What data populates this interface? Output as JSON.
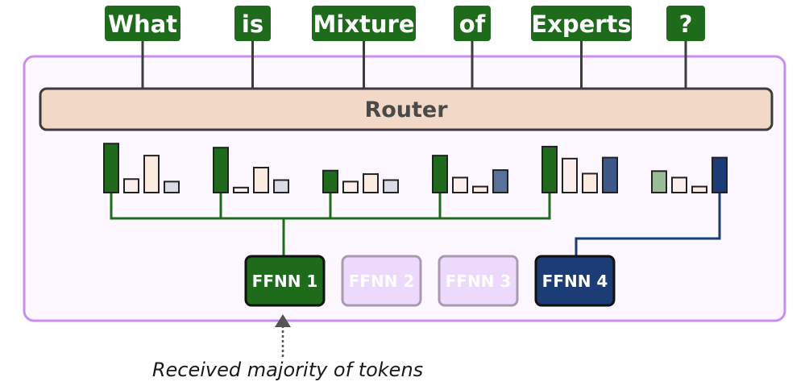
{
  "tokens": [
    "What",
    "is",
    "Mixture",
    "of",
    "Experts",
    "?"
  ],
  "router": {
    "label": "Router"
  },
  "experts": [
    {
      "label": "FFNN 1",
      "state": "selected-majority"
    },
    {
      "label": "FFNN 2",
      "state": "inactive"
    },
    {
      "label": "FFNN 3",
      "state": "inactive"
    },
    {
      "label": "FFNN 4",
      "state": "selected"
    }
  ],
  "routing": {
    "token_to_expert": [
      1,
      1,
      1,
      1,
      1,
      4
    ],
    "probabilities": [
      [
        0.98,
        0.27,
        0.74,
        0.22
      ],
      [
        0.9,
        0.1,
        0.5,
        0.25
      ],
      [
        0.44,
        0.22,
        0.37,
        0.25
      ],
      [
        0.74,
        0.3,
        0.12,
        0.45
      ],
      [
        0.92,
        0.68,
        0.38,
        0.7
      ],
      [
        0.43,
        0.3,
        0.12,
        0.7
      ]
    ]
  },
  "annotation": {
    "text": "Received majority of tokens"
  },
  "colors": {
    "token_bg": "#1e6b1c",
    "router_fill": "#f2d8c6",
    "frame_border": "#c98ef0",
    "expert1": "#1e6b1c",
    "expert4": "#1b3c74",
    "expert_inactive_fill": "#ecd9fb",
    "expert_inactive_border": "#a99ab0",
    "bar_expert2": "#fdeeee",
    "bar_expert3": "#fcebe0",
    "bar_expert4": "#d9dbe6"
  },
  "icons": {
    "annotation_arrow": "arrow-up-icon"
  }
}
